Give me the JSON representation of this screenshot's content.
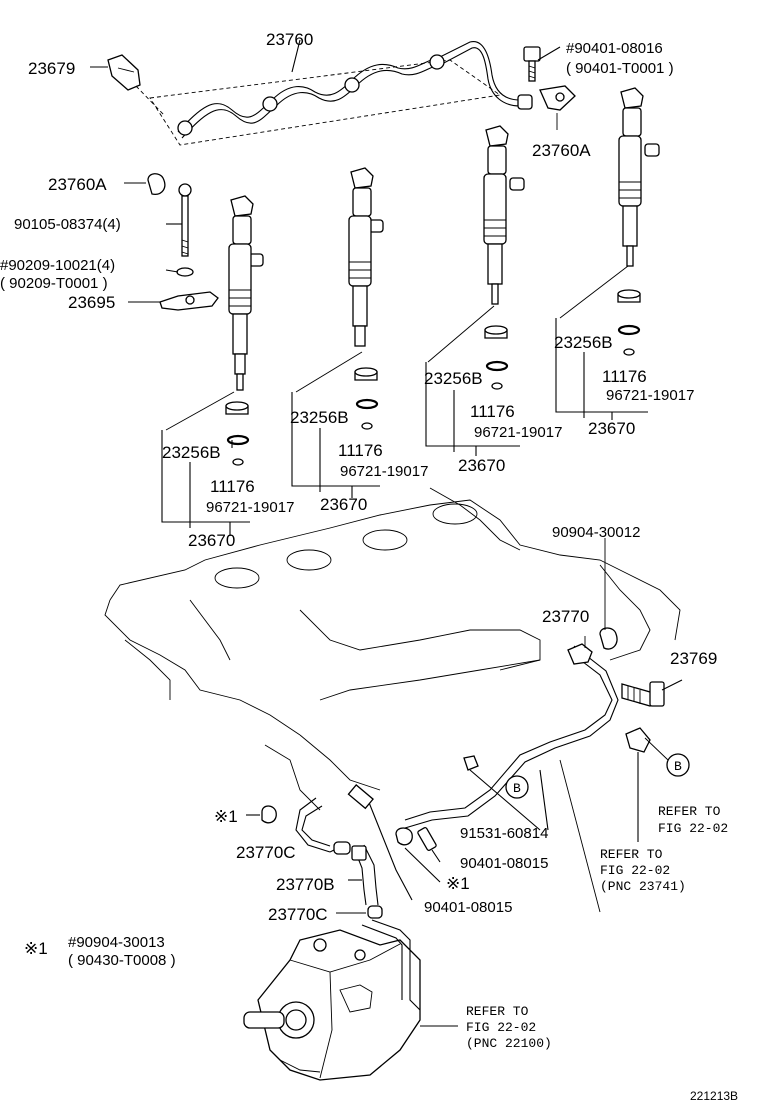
{
  "labels": {
    "p23760": "23760",
    "p23679": "23679",
    "p90401_08016": "#90401-08016",
    "p90401_T0001_a": "( 90401-T0001  )",
    "p23760A_r": "23760A",
    "p23760A_l": "23760A",
    "p90105": "90105-08374(4)",
    "p90209": "#90209-10021(4)",
    "p90209_T": "( 90209-T0001  )",
    "p23695": "23695",
    "inj1_23256B": "23256B",
    "inj1_11176": "11176",
    "inj1_96721": "96721-19017",
    "inj1_23670": "23670",
    "inj2_23256B": "23256B",
    "inj2_11176": "11176",
    "inj2_96721": "96721-19017",
    "inj2_23670": "23670",
    "inj3_23256B": "23256B",
    "inj3_11176": "11176",
    "inj3_96721": "96721-19017",
    "inj3_23670": "23670",
    "inj4_23256B": "23256B",
    "inj4_11176": "11176",
    "inj4_96721": "96721-19017",
    "inj4_23670": "23670",
    "p90904_30012": "90904-30012",
    "p23770": "23770",
    "p23769": "23769",
    "refer_b_1": "REFER TO",
    "refer_b_2": "FIG 22-02",
    "refer_pnc_1": "REFER TO",
    "refer_pnc_2": "FIG 22-02",
    "refer_pnc_3": "(PNC 23741)",
    "callout_b_1": "B",
    "callout_b_2": "B",
    "note1_left": "※1",
    "p91531": "91531-60814",
    "p23770C_a": "23770C",
    "p90401_08015_a": "90401-08015",
    "note1_mid": "※1",
    "p23770B": "23770B",
    "p90401_08015_b": "90401-08015",
    "p23770C_b": "23770C",
    "note_mark": "※1",
    "note_line1": "#90904-30013",
    "note_line2": "( 90430-T0008  )",
    "refer_pump_1": "REFER TO",
    "refer_pump_2": "FIG 22-02",
    "refer_pump_3": "(PNC 22100)",
    "figure_id": "221213B"
  }
}
